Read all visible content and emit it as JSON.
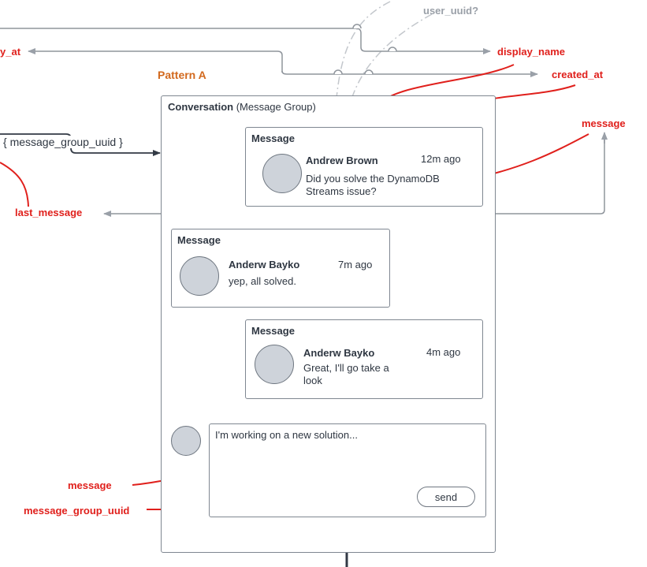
{
  "labels": {
    "pattern": "Pattern A",
    "user_uuid": "user_uuid?",
    "display_name": "display_name",
    "created_at": "created_at",
    "left_at": "y_at",
    "message_right": "message",
    "last_message": "last_message",
    "message_bottom": "message",
    "message_group_uuid": "message_group_uuid",
    "uuid_pill": "{ message_group_uuid }"
  },
  "conversation": {
    "title_bold": "Conversation",
    "title_rest": " (Message Group)",
    "messages": [
      {
        "box_title": "Message",
        "name": "Andrew Brown",
        "time": "12m ago",
        "text": "Did you solve the DynamoDB Streams issue?"
      },
      {
        "box_title": "Message",
        "name": "Anderw Bayko",
        "time": "7m ago",
        "text": "yep, all solved."
      },
      {
        "box_title": "Message",
        "name": "Anderw Bayko",
        "time": "4m ago",
        "text": "Great, I'll go take a look"
      }
    ],
    "input": {
      "value": "I'm working on a new solution...",
      "send_label": "send"
    }
  },
  "colors": {
    "annotation": "#e0201c",
    "connector": "#9aa0a8",
    "pattern": "#d2691e"
  }
}
